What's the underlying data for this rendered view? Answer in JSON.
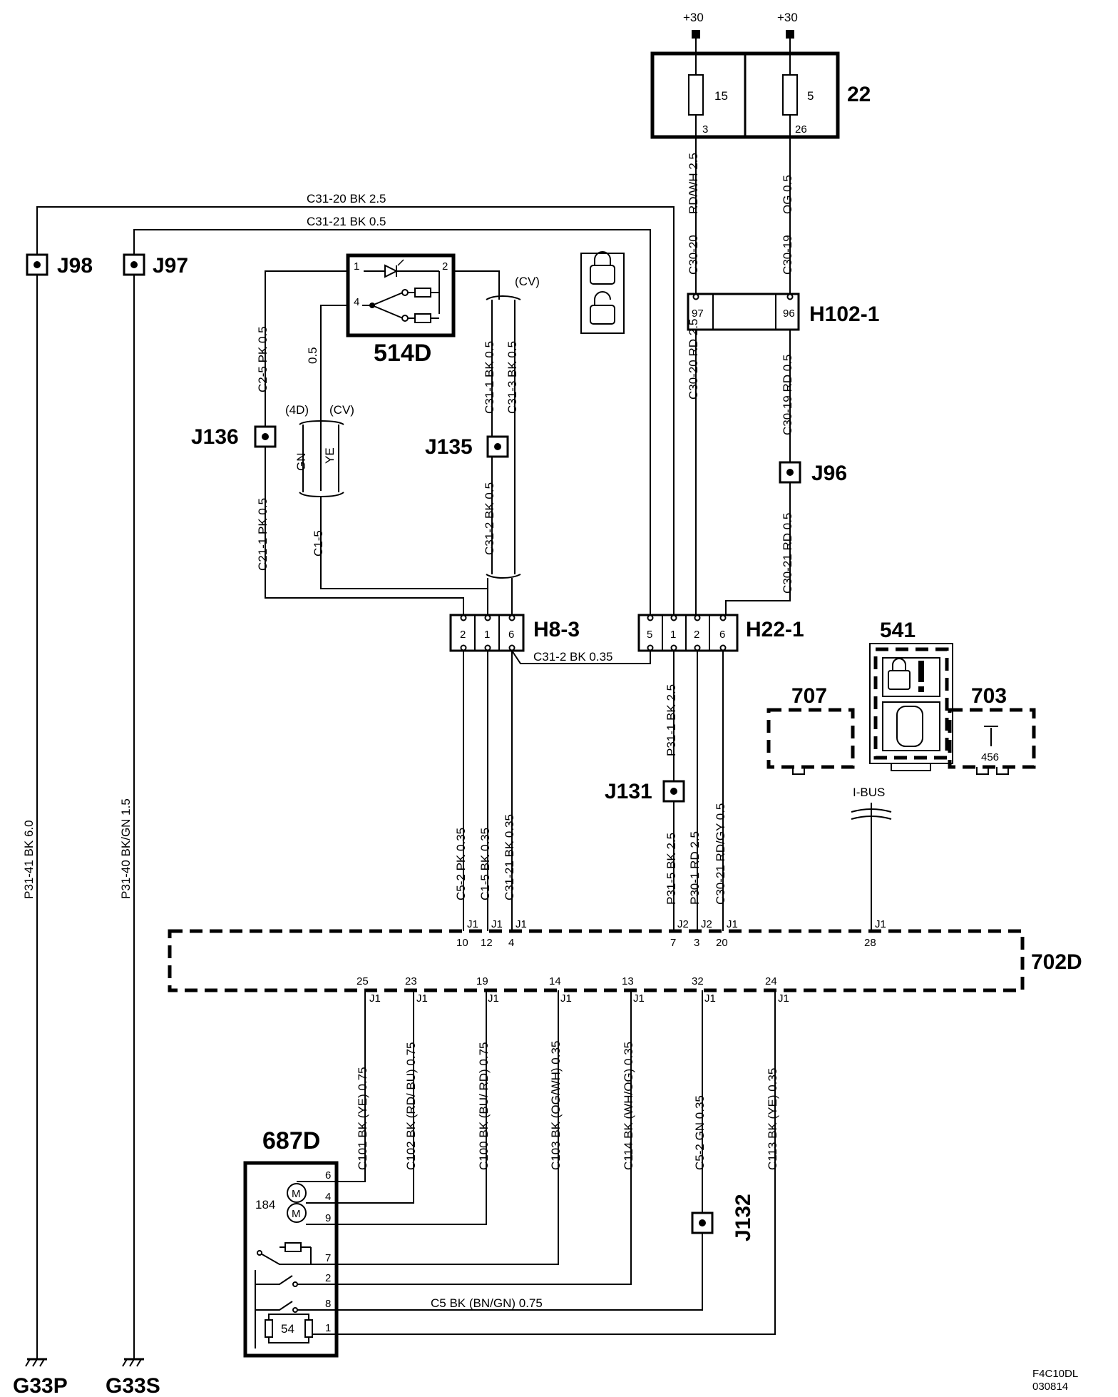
{
  "power": {
    "supply_label": "+30"
  },
  "fusebox": {
    "label": "22",
    "fuse_a": "15",
    "fuse_a_pin": "3",
    "fuse_b": "5",
    "fuse_b_pin": "26"
  },
  "connectors": {
    "h102": {
      "label": "H102-1",
      "pin_a": "97",
      "pin_b": "96"
    },
    "h8": {
      "label": "H8-3",
      "pins": [
        "2",
        "1",
        "6"
      ]
    },
    "h22": {
      "label": "H22-1",
      "pins": [
        "5",
        "1",
        "2",
        "6"
      ]
    }
  },
  "junctions": {
    "j98": "J98",
    "j97": "J97",
    "j136": "J136",
    "j135": "J135",
    "j96": "J96",
    "j131": "J131",
    "j132": "J132"
  },
  "components": {
    "switch_514d": {
      "label": "514D",
      "pin1": "1",
      "pin2": "2",
      "pin4": "4"
    },
    "m707": "707",
    "m541": "541",
    "m703": {
      "label": "703",
      "code": "456"
    },
    "cem": "702D",
    "lock": {
      "label": "687D",
      "motor": "M",
      "motor_code": "184",
      "switch_code": "54",
      "pins": [
        "6",
        "4",
        "9",
        "7",
        "2",
        "8",
        "1"
      ]
    }
  },
  "grounds": {
    "g33p": "G33P",
    "g33s": "G33S"
  },
  "bus_label": "I-BUS",
  "variant_labels": {
    "cv": "(CV)",
    "d4": "(4D)"
  },
  "wires": {
    "c31_20": "C31-20  BK   2.5",
    "c31_21": "C31-21  BK   0.5",
    "c30_20_top": "C30-20  RD/WH  2.5",
    "c30_19_top": "C30-19  OG  0.5",
    "c30_20_mid": "C30-20  RD  2.5",
    "c30_19_mid": "C30-19  RD  0.5",
    "c30_21": "C30-21  RD  0.5",
    "c2_5": "C2-5  PK  0.5",
    "c21_1": "C21-1  PK  0.5",
    "gauge_05": "0.5",
    "gn": "GN",
    "ye": "YE",
    "c1_5": "C1-5",
    "c31_1": "C31-1  BK  0.5",
    "c31_3": "C31-3  BK  0.5",
    "c31_2_v": "C31-2  BK  0.5",
    "c31_2_h": "C31-2  BK  0.35",
    "p31_1": "P31-1  BK   2.5",
    "p31_41": "P31-41  BK  6.0",
    "p31_40": "P31-40  BK/GN  1.5",
    "c5_2_pk": "C5-2  PK  0.35",
    "c1_5_bk": "C1-5  BK  0.35",
    "c31_21_bk": "C31-21  BK   0.35",
    "p31_5": "P31-5  BK  2.5",
    "p30_1": "P30-1  RD  2.5",
    "c30_21_rdgy": "C30-21  RD/GY  0.5",
    "c101": "C101  BK  (YE)  0.75",
    "c102": "C102  BK  (RD/ BU)  0.75",
    "c100": "C100  BK  (BU/ RD)  0.75",
    "c103": "C103  BK  (OG/WH)  0.35",
    "c114": "C114  BK  (WH/OG)  0.35",
    "c5_2_gn": "C5-2   GN  0.35",
    "c113": "C113  BK  (YE)  0.35",
    "c5": "C5  BK  (BN/GN)   0.75"
  },
  "cem_pins": {
    "top": [
      {
        "conn": "J1",
        "pin": "10"
      },
      {
        "conn": "J1",
        "pin": "12"
      },
      {
        "conn": "J1",
        "pin": "4"
      },
      {
        "conn": "J2",
        "pin": "7"
      },
      {
        "conn": "J2",
        "pin": "3"
      },
      {
        "conn": "J1",
        "pin": "20"
      },
      {
        "conn": "J1",
        "pin": "28"
      }
    ],
    "bottom": [
      {
        "conn": "J1",
        "pin": "25"
      },
      {
        "conn": "J1",
        "pin": "23"
      },
      {
        "conn": "J1",
        "pin": "19"
      },
      {
        "conn": "J1",
        "pin": "14"
      },
      {
        "conn": "J1",
        "pin": "13"
      },
      {
        "conn": "J1",
        "pin": "32"
      },
      {
        "conn": "J1",
        "pin": "24"
      }
    ]
  },
  "footer": {
    "code": "F4C10DL",
    "date": "030814"
  }
}
